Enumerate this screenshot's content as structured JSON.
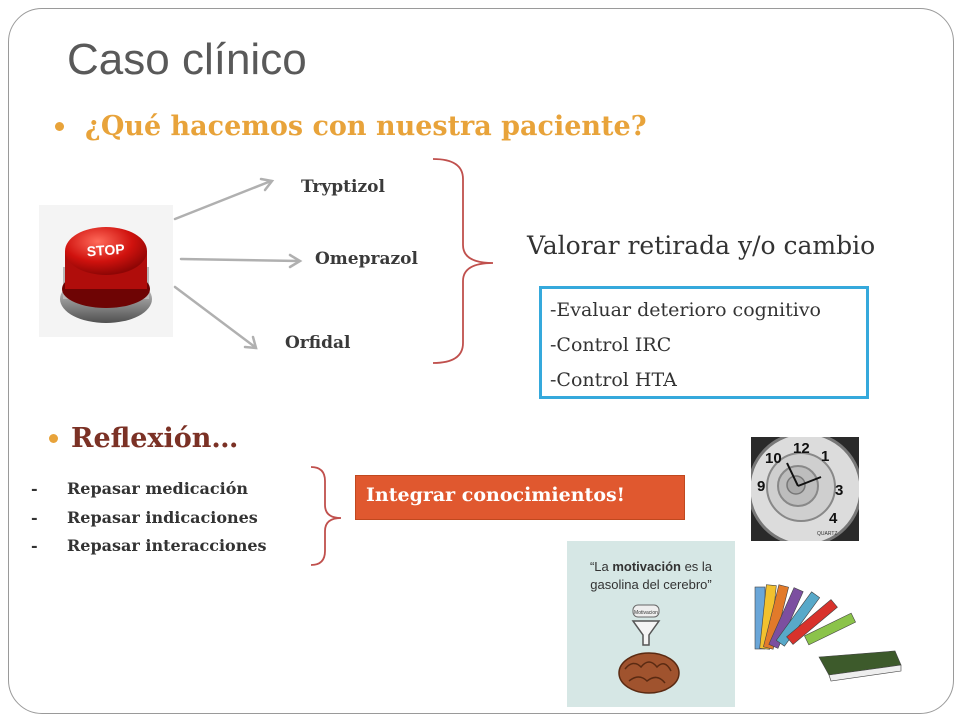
{
  "slide": {
    "title": "Caso clínico",
    "question": "¿Qué hacemos con nuestra paciente?",
    "stop_label": "STOP",
    "drugs": [
      "Tryptizol",
      "Omeprazol",
      "Orfidal"
    ],
    "conclusion": "Valorar retirada y/o cambio",
    "checks": [
      "-Evaluar deterioro cognitivo",
      "-Control IRC",
      "-Control HTA"
    ],
    "reflection_title": "Reflexión…",
    "reflection_items": [
      "Repasar medicación",
      "Repasar indicaciones",
      "Repasar interacciones"
    ],
    "reflection_dash": "-",
    "highlight": "Integrar conocimientos!",
    "motivation": {
      "line1_pre": "“La ",
      "line1_bold": "motivación",
      "line1_post": " es la",
      "line2": "gasolina del cerebro”",
      "tag": "Motivacion"
    },
    "clock_brand": "QUARTZ"
  },
  "colors": {
    "title": "#595959",
    "accent_orange": "#e8a33a",
    "reflection": "#7b3125",
    "bracket": "#c0504d",
    "box_border": "#35a9dc",
    "highlight_bg": "#e0582f"
  }
}
